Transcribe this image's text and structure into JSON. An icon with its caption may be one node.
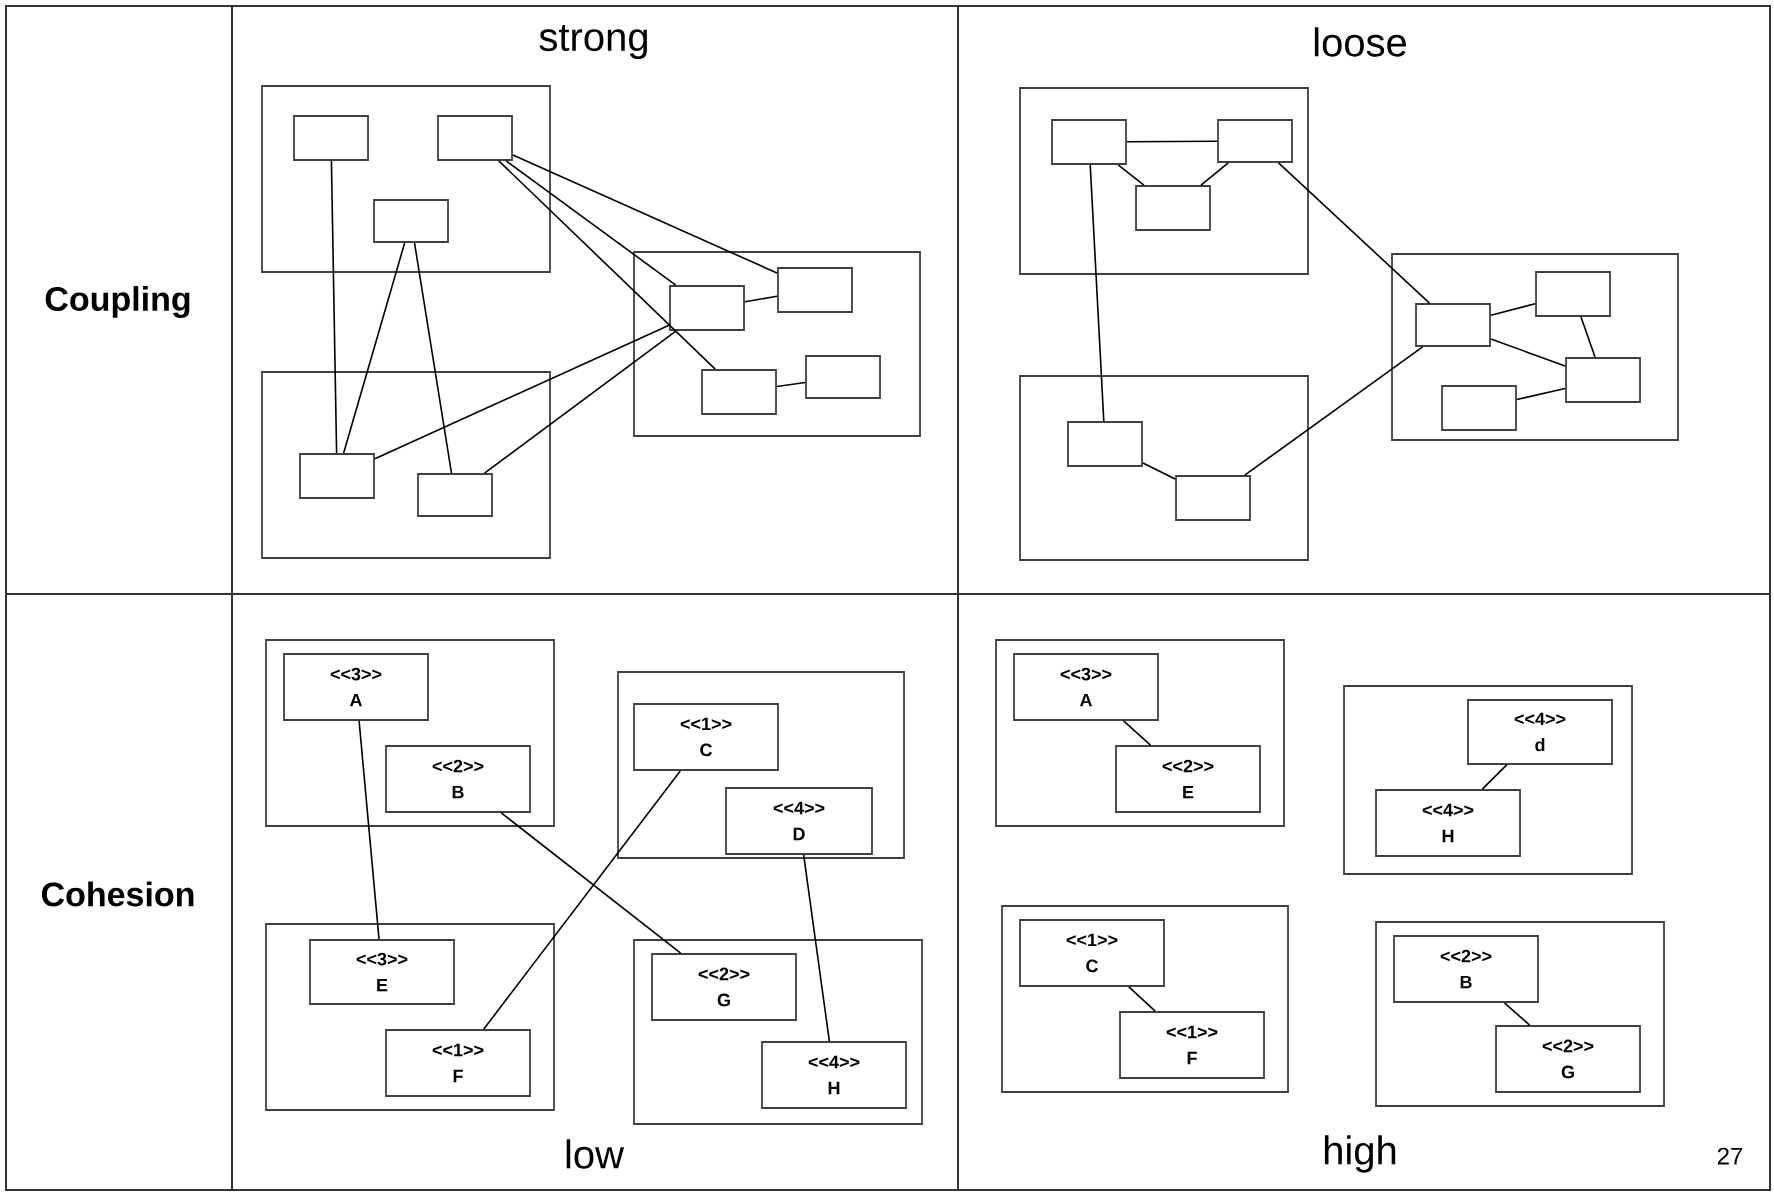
{
  "diagram": {
    "nodes": [
      {
        "text": [],
        "shape": "box"
      },
      {
        "text": [],
        "shape": "box",
        "in": 0
      },
      {
        "text": [],
        "shape": "box",
        "in": 0
      },
      {
        "text": [],
        "shape": "box",
        "in": 0
      },
      {
        "text": [],
        "shape": "box"
      },
      {
        "text": [],
        "shape": "box",
        "in": 4
      },
      {
        "text": [],
        "shape": "box",
        "in": 4
      },
      {
        "text": [],
        "shape": "box"
      },
      {
        "text": [],
        "shape": "box",
        "in": 7
      },
      {
        "text": [],
        "shape": "box",
        "in": 7
      },
      {
        "text": [],
        "shape": "box",
        "in": 7
      },
      {
        "text": [],
        "shape": "box",
        "in": 7
      },
      {
        "text": [],
        "shape": "box"
      },
      {
        "text": [],
        "shape": "box",
        "in": 12
      },
      {
        "text": [],
        "shape": "box",
        "in": 12
      },
      {
        "text": [],
        "shape": "box",
        "in": 12
      },
      {
        "text": [],
        "shape": "box"
      },
      {
        "text": [],
        "shape": "box",
        "in": 16
      },
      {
        "text": [],
        "shape": "box",
        "in": 16
      },
      {
        "text": [],
        "shape": "box"
      },
      {
        "text": [],
        "shape": "box",
        "in": 19
      },
      {
        "text": [],
        "shape": "box",
        "in": 19
      },
      {
        "text": [],
        "shape": "box",
        "in": 19
      },
      {
        "text": [],
        "shape": "box",
        "in": 19
      },
      {
        "text": [],
        "shape": "box"
      },
      {
        "text": [
          "<<3>>",
          "A"
        ],
        "in": 24
      },
      {
        "text": [
          "<<2>>",
          "B"
        ],
        "in": 24
      },
      {
        "text": [],
        "shape": "box"
      },
      {
        "text": [
          "<<1>>",
          "C"
        ],
        "in": 27
      },
      {
        "text": [
          "<<4>>",
          "D"
        ],
        "in": 27
      },
      {
        "text": [],
        "shape": "box"
      },
      {
        "text": [
          "<<3>>",
          "E"
        ],
        "in": 30
      },
      {
        "text": [
          "<<1>>",
          "F"
        ],
        "in": 30
      },
      {
        "text": [],
        "shape": "box"
      },
      {
        "text": [
          "<<2>>",
          "G"
        ],
        "in": 33
      },
      {
        "text": [
          "<<4>>",
          "H"
        ],
        "in": 33
      },
      {
        "text": [],
        "shape": "box"
      },
      {
        "text": [
          "<<3>>",
          "A"
        ],
        "in": 36
      },
      {
        "text": [
          "<<2>>",
          "E"
        ],
        "in": 36
      },
      {
        "text": [],
        "shape": "box"
      },
      {
        "text": [
          "<<4>>",
          "d"
        ],
        "in": 39
      },
      {
        "text": [
          "<<4>>",
          "H"
        ],
        "in": 39
      },
      {
        "text": [],
        "shape": "box"
      },
      {
        "text": [
          "<<1>>",
          "C"
        ],
        "in": 42
      },
      {
        "text": [
          "<<1>>",
          "F"
        ],
        "in": 42
      },
      {
        "text": [],
        "shape": "box"
      },
      {
        "text": [
          "<<2>>",
          "B"
        ],
        "in": 45
      },
      {
        "text": [
          "<<2>>",
          "G"
        ],
        "in": 45
      }
    ],
    "edges": [
      {
        "from": 1,
        "to": 5,
        "arrow": "none"
      },
      {
        "from": 3,
        "to": 5,
        "arrow": "none"
      },
      {
        "from": 3,
        "to": 6,
        "arrow": "none"
      },
      {
        "from": 2,
        "to": 9,
        "arrow": "none"
      },
      {
        "from": 2,
        "to": 8,
        "arrow": "none"
      },
      {
        "from": 2,
        "to": 10,
        "arrow": "none"
      },
      {
        "from": 5,
        "to": 8,
        "arrow": "none"
      },
      {
        "from": 6,
        "to": 8,
        "arrow": "none"
      },
      {
        "from": 8,
        "to": 9,
        "arrow": "none"
      },
      {
        "from": 10,
        "to": 11,
        "arrow": "none"
      },
      {
        "from": 13,
        "to": 14,
        "arrow": "none"
      },
      {
        "from": 13,
        "to": 15,
        "arrow": "none"
      },
      {
        "from": 14,
        "to": 15,
        "arrow": "none"
      },
      {
        "from": 13,
        "to": 17,
        "arrow": "none"
      },
      {
        "from": 14,
        "to": 20,
        "arrow": "none"
      },
      {
        "from": 17,
        "to": 18,
        "arrow": "none"
      },
      {
        "from": 18,
        "to": 20,
        "arrow": "none"
      },
      {
        "from": 20,
        "to": 21,
        "arrow": "none"
      },
      {
        "from": 20,
        "to": 22,
        "arrow": "none"
      },
      {
        "from": 21,
        "to": 22,
        "arrow": "none"
      },
      {
        "from": 23,
        "to": 22,
        "arrow": "none"
      },
      {
        "from": 25,
        "to": 31,
        "arrow": "none"
      },
      {
        "from": 26,
        "to": 34,
        "arrow": "none"
      },
      {
        "from": 28,
        "to": 32,
        "arrow": "none"
      },
      {
        "from": 29,
        "to": 35,
        "arrow": "none"
      },
      {
        "from": 37,
        "to": 38,
        "arrow": "none"
      },
      {
        "from": 40,
        "to": 41,
        "arrow": "none"
      },
      {
        "from": 43,
        "to": 44,
        "arrow": "none"
      },
      {
        "from": 46,
        "to": 47,
        "arrow": "none"
      }
    ],
    "labels": [
      "strong",
      "loose",
      "Coupling",
      "Cohesion",
      "low",
      "high",
      "27"
    ]
  }
}
